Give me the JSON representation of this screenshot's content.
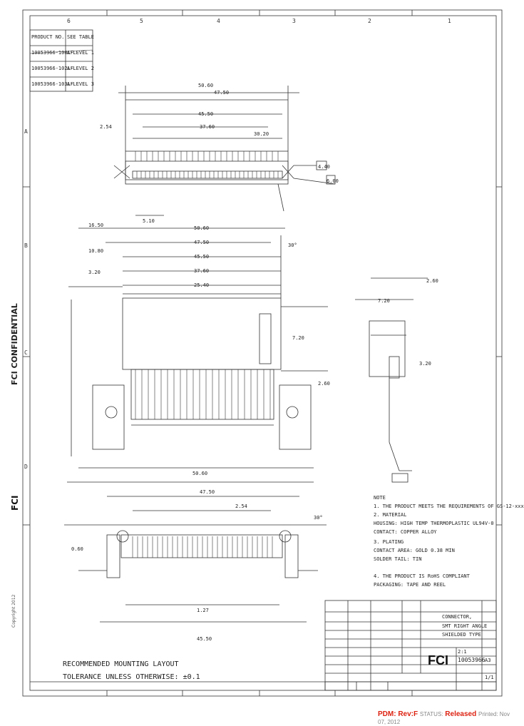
{
  "confidential": "FCI CONFIDENTIAL",
  "copyright": "Copyright 2012",
  "fci_side": "FCI",
  "zones_top": [
    "6",
    "5",
    "4",
    "3",
    "2",
    "1"
  ],
  "zones_side": [
    "A",
    "B",
    "C",
    "D"
  ],
  "revision_table": [
    {
      "part": "PRODUCT NO.",
      "desc": "SEE TABLE"
    },
    {
      "part": "10053966-100LF",
      "desc": "A-LEVEL 1"
    },
    {
      "part": "10053966-102LF",
      "desc": "A-LEVEL 2"
    },
    {
      "part": "10053966-103LF",
      "desc": "A-LEVEL 3"
    }
  ],
  "dims": {
    "d1": "50.60",
    "d2": "47.50",
    "d3": "45.50",
    "d4": "37.60",
    "d5": "30.20",
    "d6": "2.54",
    "d7": "25.40",
    "d8": "4.40",
    "d9": "6.00",
    "d10": "5.10",
    "d11": "16.50",
    "d12": "10.80",
    "d13": "3.20",
    "d14": "2.60",
    "d15": "7.20",
    "d16": "30°",
    "d17": "1.27",
    "d18": "0.60"
  },
  "title_block_left": "RECOMMENDED MOUNTING LAYOUT",
  "tolerance": "TOLERANCE UNLESS OTHERWISE: ±0.1",
  "notes": {
    "head": "NOTE",
    "n1": "1. THE PRODUCT MEETS THE REQUIREMENTS OF GS-12-xxx",
    "n2": "2. MATERIAL",
    "n3": "   HOUSING: HIGH TEMP THERMOPLASTIC UL94V-0",
    "n4": "   CONTACT: COPPER ALLOY",
    "n5": "3. PLATING",
    "n6": "   CONTACT AREA: GOLD 0.38 MIN",
    "n7": "   SOLDER TAIL: TIN",
    "n8": "4. THE PRODUCT IS RoHS COMPLIANT",
    "n9": "   PACKAGING: TAPE AND REEL"
  },
  "title_block": {
    "company": "FCI",
    "title1": "CONNECTOR,",
    "title2": "SMT RIGHT ANGLE",
    "title3": "SHIELDED TYPE",
    "doc_no": "10053966",
    "size": "A3",
    "scale": "2:1",
    "sheet": "1/1"
  },
  "pdm_label": "PDM: Rev:F",
  "pdm_status": "Released",
  "status_label": "STATUS:",
  "printed": "Printed: Nov 07, 2012"
}
